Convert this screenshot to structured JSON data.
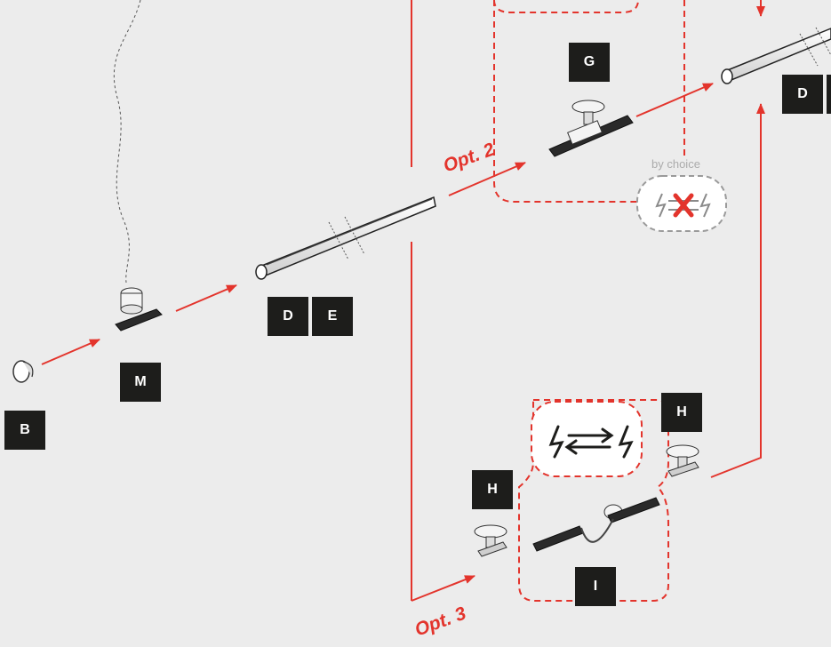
{
  "badges": {
    "b": "B",
    "m": "M",
    "d_left": "D",
    "e_left": "E",
    "g": "G",
    "d_right": "D",
    "h_right": "H",
    "h_left": "H",
    "i": "I"
  },
  "options": {
    "opt2": "Opt. 2",
    "opt3": "Opt. 3"
  },
  "by_choice": "by choice",
  "colors": {
    "accent_red": "#e3342c",
    "badge_bg": "#1d1d1b",
    "background": "#ececec",
    "dashed_gray": "#9a9a9a"
  }
}
